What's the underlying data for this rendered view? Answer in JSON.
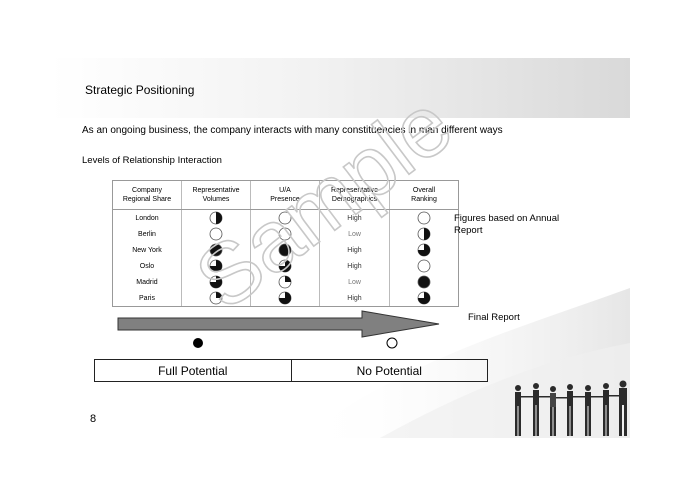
{
  "slide": {
    "title": "Strategic Positioning",
    "subtitle": "As an ongoing business, the company interacts with many constituencies in man different ways",
    "levels_label": "Levels of Relationship Interaction",
    "page_number": "8",
    "watermark": "Sample"
  },
  "matrix": {
    "headers": [
      [
        "Company",
        "Regional Share"
      ],
      [
        "Representative",
        "Volumes"
      ],
      [
        "U/A",
        "Presence"
      ],
      [
        "Representative",
        "Demographics"
      ],
      [
        "Overall",
        "Ranking"
      ]
    ],
    "rows": [
      {
        "city": "London",
        "volumes": 0.5,
        "presence": 0,
        "demographics": "High",
        "ranking": 0
      },
      {
        "city": "Berlin",
        "volumes": 0,
        "presence": 0,
        "demographics": "Low",
        "ranking": 0.5
      },
      {
        "city": "New York",
        "volumes": 1,
        "presence": 1,
        "demographics": "High",
        "ranking": 0.75
      },
      {
        "city": "Oslo",
        "volumes": 0.75,
        "presence": 0.75,
        "demographics": "High",
        "ranking": 0
      },
      {
        "city": "Madrid",
        "volumes": 0.75,
        "presence": 0.25,
        "demographics": "Low",
        "ranking": 1
      },
      {
        "city": "Paris",
        "volumes": 0.25,
        "presence": 0.75,
        "demographics": "High",
        "ranking": 0.75
      }
    ]
  },
  "notes": {
    "figures": "Figures based on Annual Report",
    "final": "Final Report"
  },
  "potential": {
    "full": "Full Potential",
    "none": "No Potential"
  },
  "colors": {
    "ball_fill": "#111111",
    "ball_grey": "#777777",
    "arrow": "#808080",
    "header_gradient": "#d9d9d9"
  }
}
